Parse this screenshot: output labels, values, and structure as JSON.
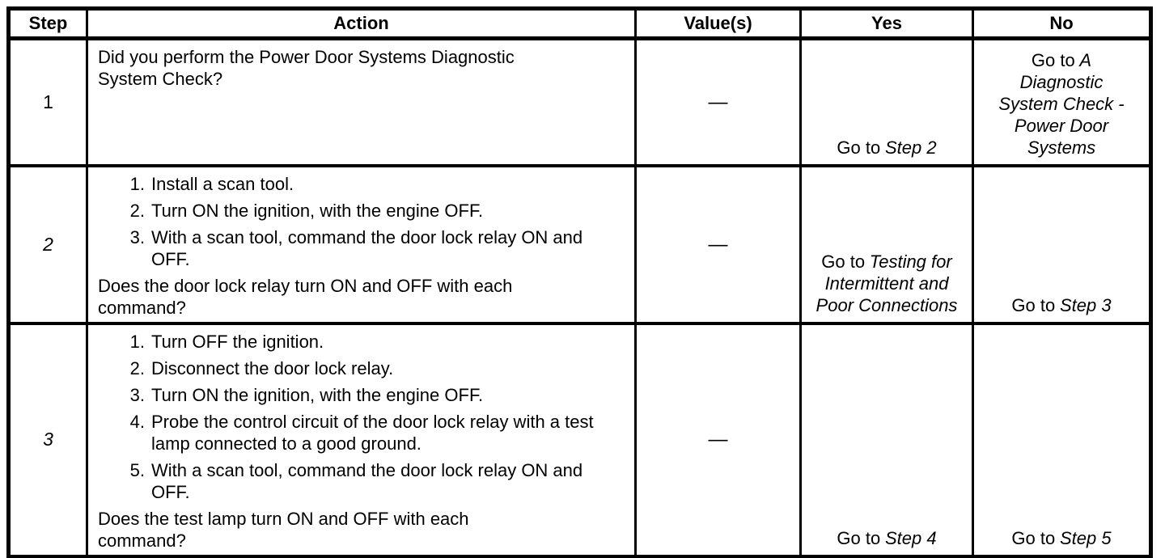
{
  "table": {
    "headers": {
      "step": "Step",
      "action": "Action",
      "value": "Value(s)",
      "yes": "Yes",
      "no": "No"
    },
    "rows": [
      {
        "step": "1",
        "action_intro": "Did you perform the Power Door Systems Diagnostic System Check?",
        "value": "—",
        "yes": {
          "prefix": "Go to",
          "target": "Step 2"
        },
        "no": {
          "prefix": "Go to",
          "target": "A Diagnostic System Check - Power Door Systems"
        }
      },
      {
        "step": "2",
        "action_items": [
          "Install a scan tool.",
          "Turn ON the ignition, with the engine OFF.",
          "With a scan tool, command the door lock relay ON and OFF."
        ],
        "action_question": "Does the door lock relay turn ON and OFF with each command?",
        "value": "—",
        "yes": {
          "prefix": "Go to",
          "target": "Testing for Intermittent and Poor Connections"
        },
        "no": {
          "prefix": "Go to",
          "target": "Step 3"
        }
      },
      {
        "step": "3",
        "action_items": [
          "Turn OFF the ignition.",
          "Disconnect the door lock relay.",
          "Turn ON the ignition, with the engine OFF.",
          "Probe the control circuit of the door lock relay with a test lamp connected to a good ground.",
          "With a scan tool, command the door lock relay ON and OFF."
        ],
        "action_question": "Does the test lamp turn ON and OFF with each command?",
        "value": "—",
        "yes": {
          "prefix": "Go to",
          "target": "Step 4"
        },
        "no": {
          "prefix": "Go to",
          "target": "Step 5"
        }
      }
    ]
  }
}
